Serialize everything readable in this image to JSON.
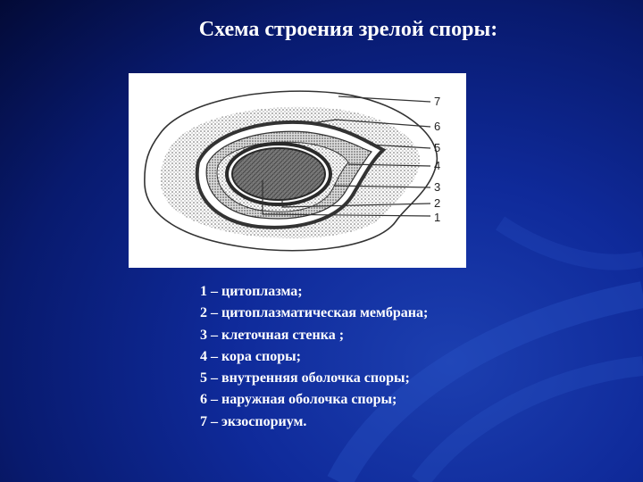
{
  "title": "Схема строения зрелой споры:",
  "diagram": {
    "labels": [
      "7",
      "6",
      "5",
      "4",
      "3",
      "2",
      "1"
    ]
  },
  "legend": [
    "1 – цитоплазма;",
    "2 – цитоплазматическая мембрана;",
    "3 – клеточная стенка ;",
    "4 – кора споры;",
    "5 – внутренняя оболочка споры;",
    "6 – наружная оболочка споры;",
    "7 – экзоспориум."
  ],
  "colors": {
    "background": "#0f2a9a",
    "text": "#ffffff",
    "figure_background": "#ffffff",
    "ink": "#333333"
  }
}
